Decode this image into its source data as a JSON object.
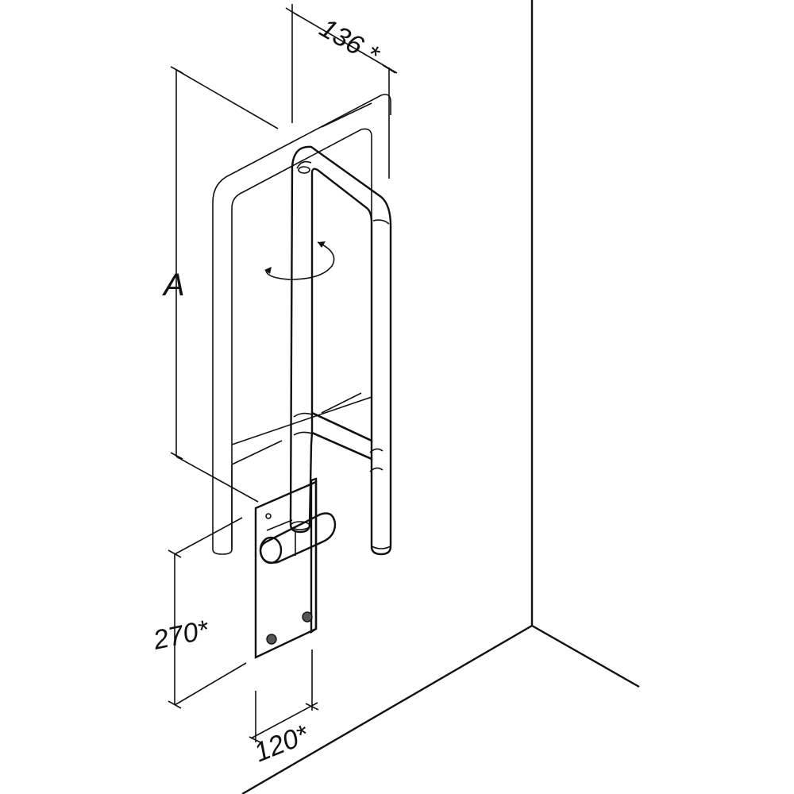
{
  "dimensions": {
    "top_width": "136 *",
    "height": "A",
    "mount_height": "270*",
    "plate_width": "120*"
  },
  "colors": {
    "line": "#111111",
    "metal": "#d6d6d6",
    "plate": "#d9d9d9",
    "background": "#ffffff"
  }
}
